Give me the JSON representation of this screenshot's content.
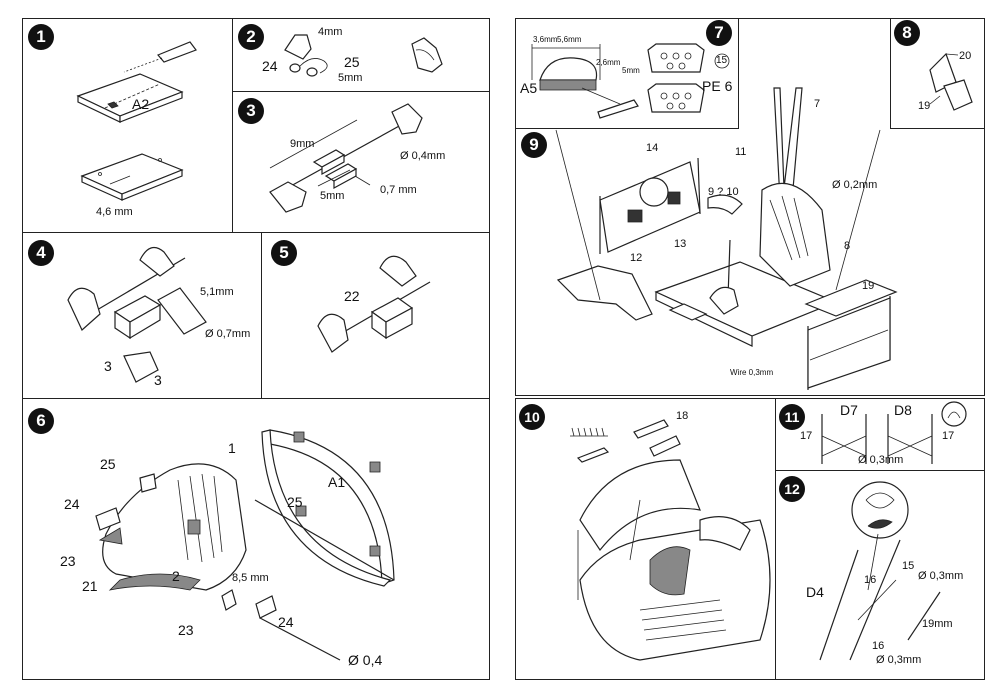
{
  "steps": {
    "s1": {
      "badge": "1",
      "labels": {
        "a2": "A2",
        "dim": "4,6 mm"
      }
    },
    "s2": {
      "badge": "2",
      "labels": {
        "l4mm": "4mm",
        "l24": "24",
        "l25": "25",
        "l5mm": "5mm"
      }
    },
    "s3": {
      "badge": "3",
      "labels": {
        "l9mm": "9mm",
        "ld04": "Ø 0,4mm",
        "l07": "0,7 mm",
        "l5mm": "5mm"
      }
    },
    "s4": {
      "badge": "4",
      "labels": {
        "l51": "5,1mm",
        "ld07": "Ø 0,7mm",
        "l3a": "3",
        "l3b": "3"
      }
    },
    "s5": {
      "badge": "5",
      "labels": {
        "l22": "22"
      }
    },
    "s6": {
      "badge": "6",
      "labels": {
        "l1": "1",
        "a1": "A1",
        "l25a": "25",
        "l25b": "25",
        "l24a": "24",
        "l24b": "24",
        "l23a": "23",
        "l23b": "23",
        "l21": "21",
        "l2": "2",
        "l85": "8,5 mm",
        "ld04": "Ø 0,4"
      }
    },
    "s7": {
      "badge": "7",
      "labels": {
        "l36": "3,6mm",
        "l56": "5,6mm",
        "l26": "2,6mm",
        "l5mm": "5mm",
        "a5": "A5",
        "pe6": "PE 6",
        "c15": "15"
      }
    },
    "s8": {
      "badge": "8",
      "labels": {
        "l20": "20",
        "l19": "19"
      }
    },
    "s9": {
      "badge": "9",
      "labels": {
        "l14": "14",
        "l7": "7",
        "l11": "11",
        "ld02": "Ø  0,2mm",
        "l910": "9 ? 10",
        "l12": "12",
        "l13": "13",
        "l8": "8",
        "l19": "19",
        "wire": "Wire 0,3mm"
      }
    },
    "s10": {
      "badge": "10",
      "labels": {
        "l18": "18"
      }
    },
    "s11": {
      "badge": "11",
      "labels": {
        "d7": "D7",
        "d8": "D8",
        "l17a": "17",
        "l17b": "17",
        "ld03": "Ø 0,3mm"
      }
    },
    "s12": {
      "badge": "12",
      "labels": {
        "d4": "D4",
        "l16a": "16",
        "l16b": "16",
        "l15": "15",
        "ld03a": "Ø 0,3mm",
        "l19mm": "19mm",
        "ld03b": "Ø 0,3mm"
      }
    }
  }
}
